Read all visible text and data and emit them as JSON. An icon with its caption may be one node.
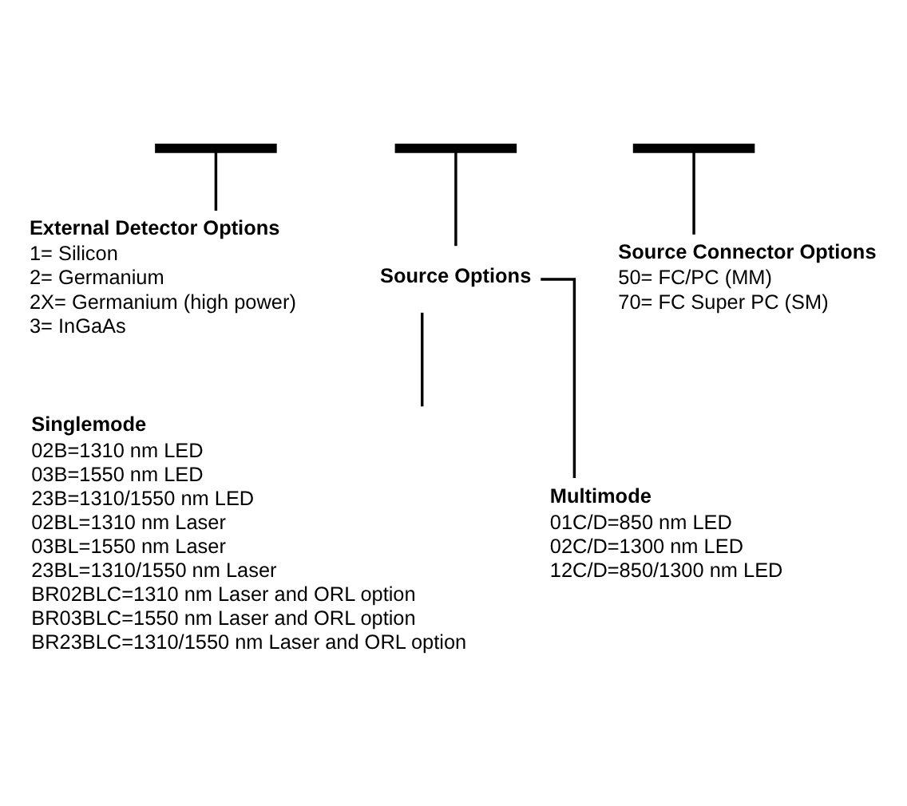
{
  "diagram": {
    "nodes": [
      {
        "text": [],
        "shape": "bar"
      },
      {
        "text": [],
        "shape": "bar"
      },
      {
        "text": [],
        "shape": "bar"
      },
      {
        "text": [
          "External Detector Options",
          "1= Silicon",
          "2= Germanium",
          "2X= Germanium (high power)",
          "3= InGaAs"
        ]
      },
      {
        "text": [
          "Source Options"
        ]
      },
      {
        "text": [
          "Source Connector Options",
          "50= FC/PC (MM)",
          "70= FC Super PC (SM)"
        ]
      },
      {
        "text": [
          "Singlemode",
          "02B=1310 nm LED",
          "03B=1550 nm LED",
          "23B=1310/1550 nm LED",
          "02BL=1310 nm Laser",
          "03BL=1550 nm Laser",
          "23BL=1310/1550 nm Laser",
          "BR02BLC=1310 nm Laser and ORL option",
          "BR03BLC=1550 nm Laser and ORL option",
          "BR23BLC=1310/1550 nm Laser and ORL option"
        ]
      },
      {
        "text": [
          "Multimode",
          "01C/D=850 nm LED",
          "02C/D=1300 nm LED",
          "12C/D=850/1300 nm LED"
        ]
      }
    ],
    "edges": [
      {
        "from": 0,
        "to": 3,
        "arrow": "none"
      },
      {
        "from": 1,
        "to": 4,
        "arrow": "none"
      },
      {
        "from": 2,
        "to": 5,
        "arrow": "none"
      },
      {
        "from": 4,
        "to": 6,
        "arrow": "none"
      },
      {
        "from": 4,
        "to": 7,
        "arrow": "none"
      }
    ]
  }
}
